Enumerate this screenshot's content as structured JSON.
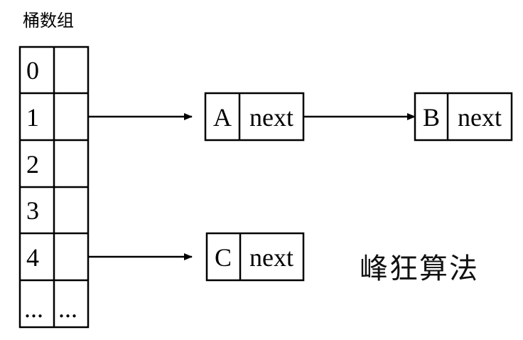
{
  "title": "桶数组",
  "bucket_array": {
    "rows": [
      {
        "index": "0",
        "value": ""
      },
      {
        "index": "1",
        "value": ""
      },
      {
        "index": "2",
        "value": ""
      },
      {
        "index": "3",
        "value": ""
      },
      {
        "index": "4",
        "value": ""
      },
      {
        "index": "...",
        "value": "..."
      }
    ]
  },
  "nodes": [
    {
      "key": "A",
      "pointer": "next"
    },
    {
      "key": "B",
      "pointer": "next"
    },
    {
      "key": "C",
      "pointer": "next"
    }
  ],
  "edges": [
    {
      "from": "bucket-1",
      "to": "node-A"
    },
    {
      "from": "node-A",
      "to": "node-B"
    },
    {
      "from": "bucket-4",
      "to": "node-C"
    }
  ],
  "watermark": "峰狂算法"
}
